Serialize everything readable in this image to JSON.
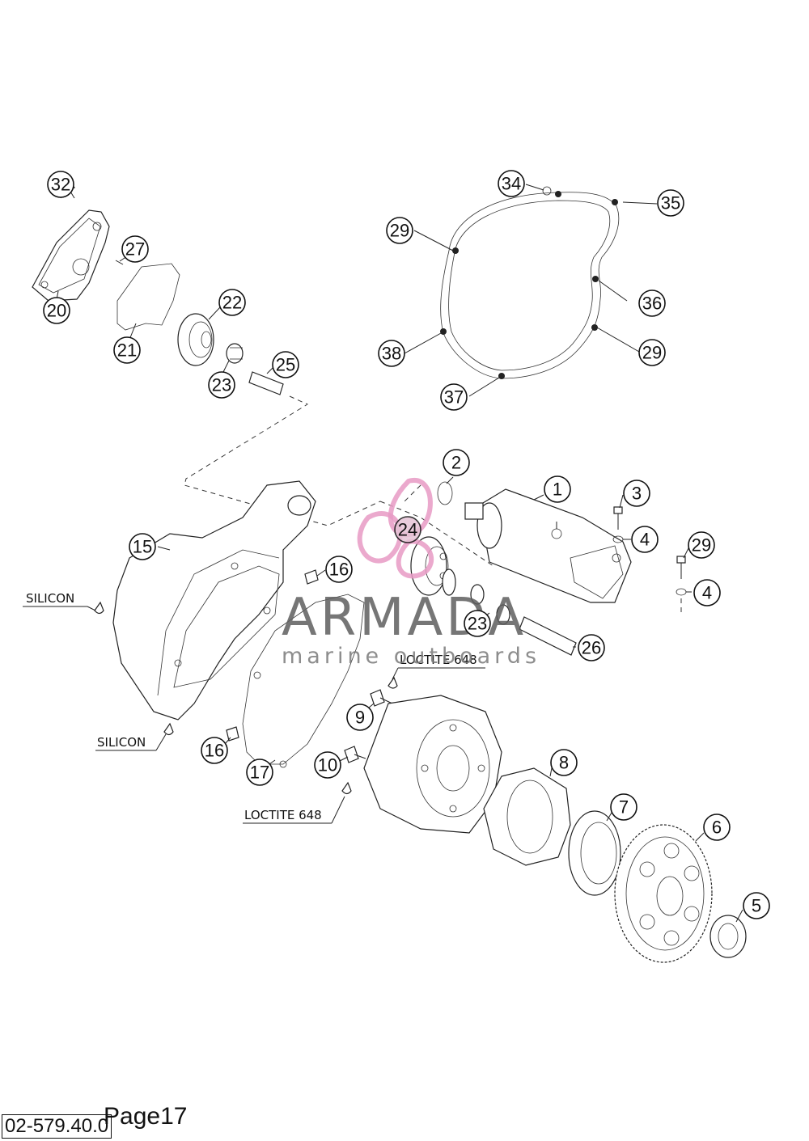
{
  "document": {
    "code": "02-579.40.0",
    "page_label": "Page17"
  },
  "watermark": {
    "brand": "ARMADA",
    "tagline": "marine outboards",
    "logo_color": "#e79ac4"
  },
  "notes": {
    "silicon_1": "SILICON",
    "silicon_2": "SILICON",
    "loctite_1": "LOCTITE 648",
    "loctite_2": "LOCTITE 648"
  },
  "callouts": {
    "c32": "32",
    "c27": "27",
    "c20": "20",
    "c21": "21",
    "c22": "22",
    "c23a": "23",
    "c25": "25",
    "c34": "34",
    "c35": "35",
    "c29a": "29",
    "c36": "36",
    "c38": "38",
    "c29b": "29",
    "c37": "37",
    "c2": "2",
    "c1": "1",
    "c3": "3",
    "c4a": "4",
    "c29c": "29",
    "c4b": "4",
    "c24": "24",
    "c15": "15",
    "c16a": "16",
    "c23b": "23",
    "c26": "26",
    "c9": "9",
    "c10": "10",
    "c16b": "16",
    "c17": "17",
    "c8": "8",
    "c7": "7",
    "c6": "6",
    "c5": "5"
  }
}
